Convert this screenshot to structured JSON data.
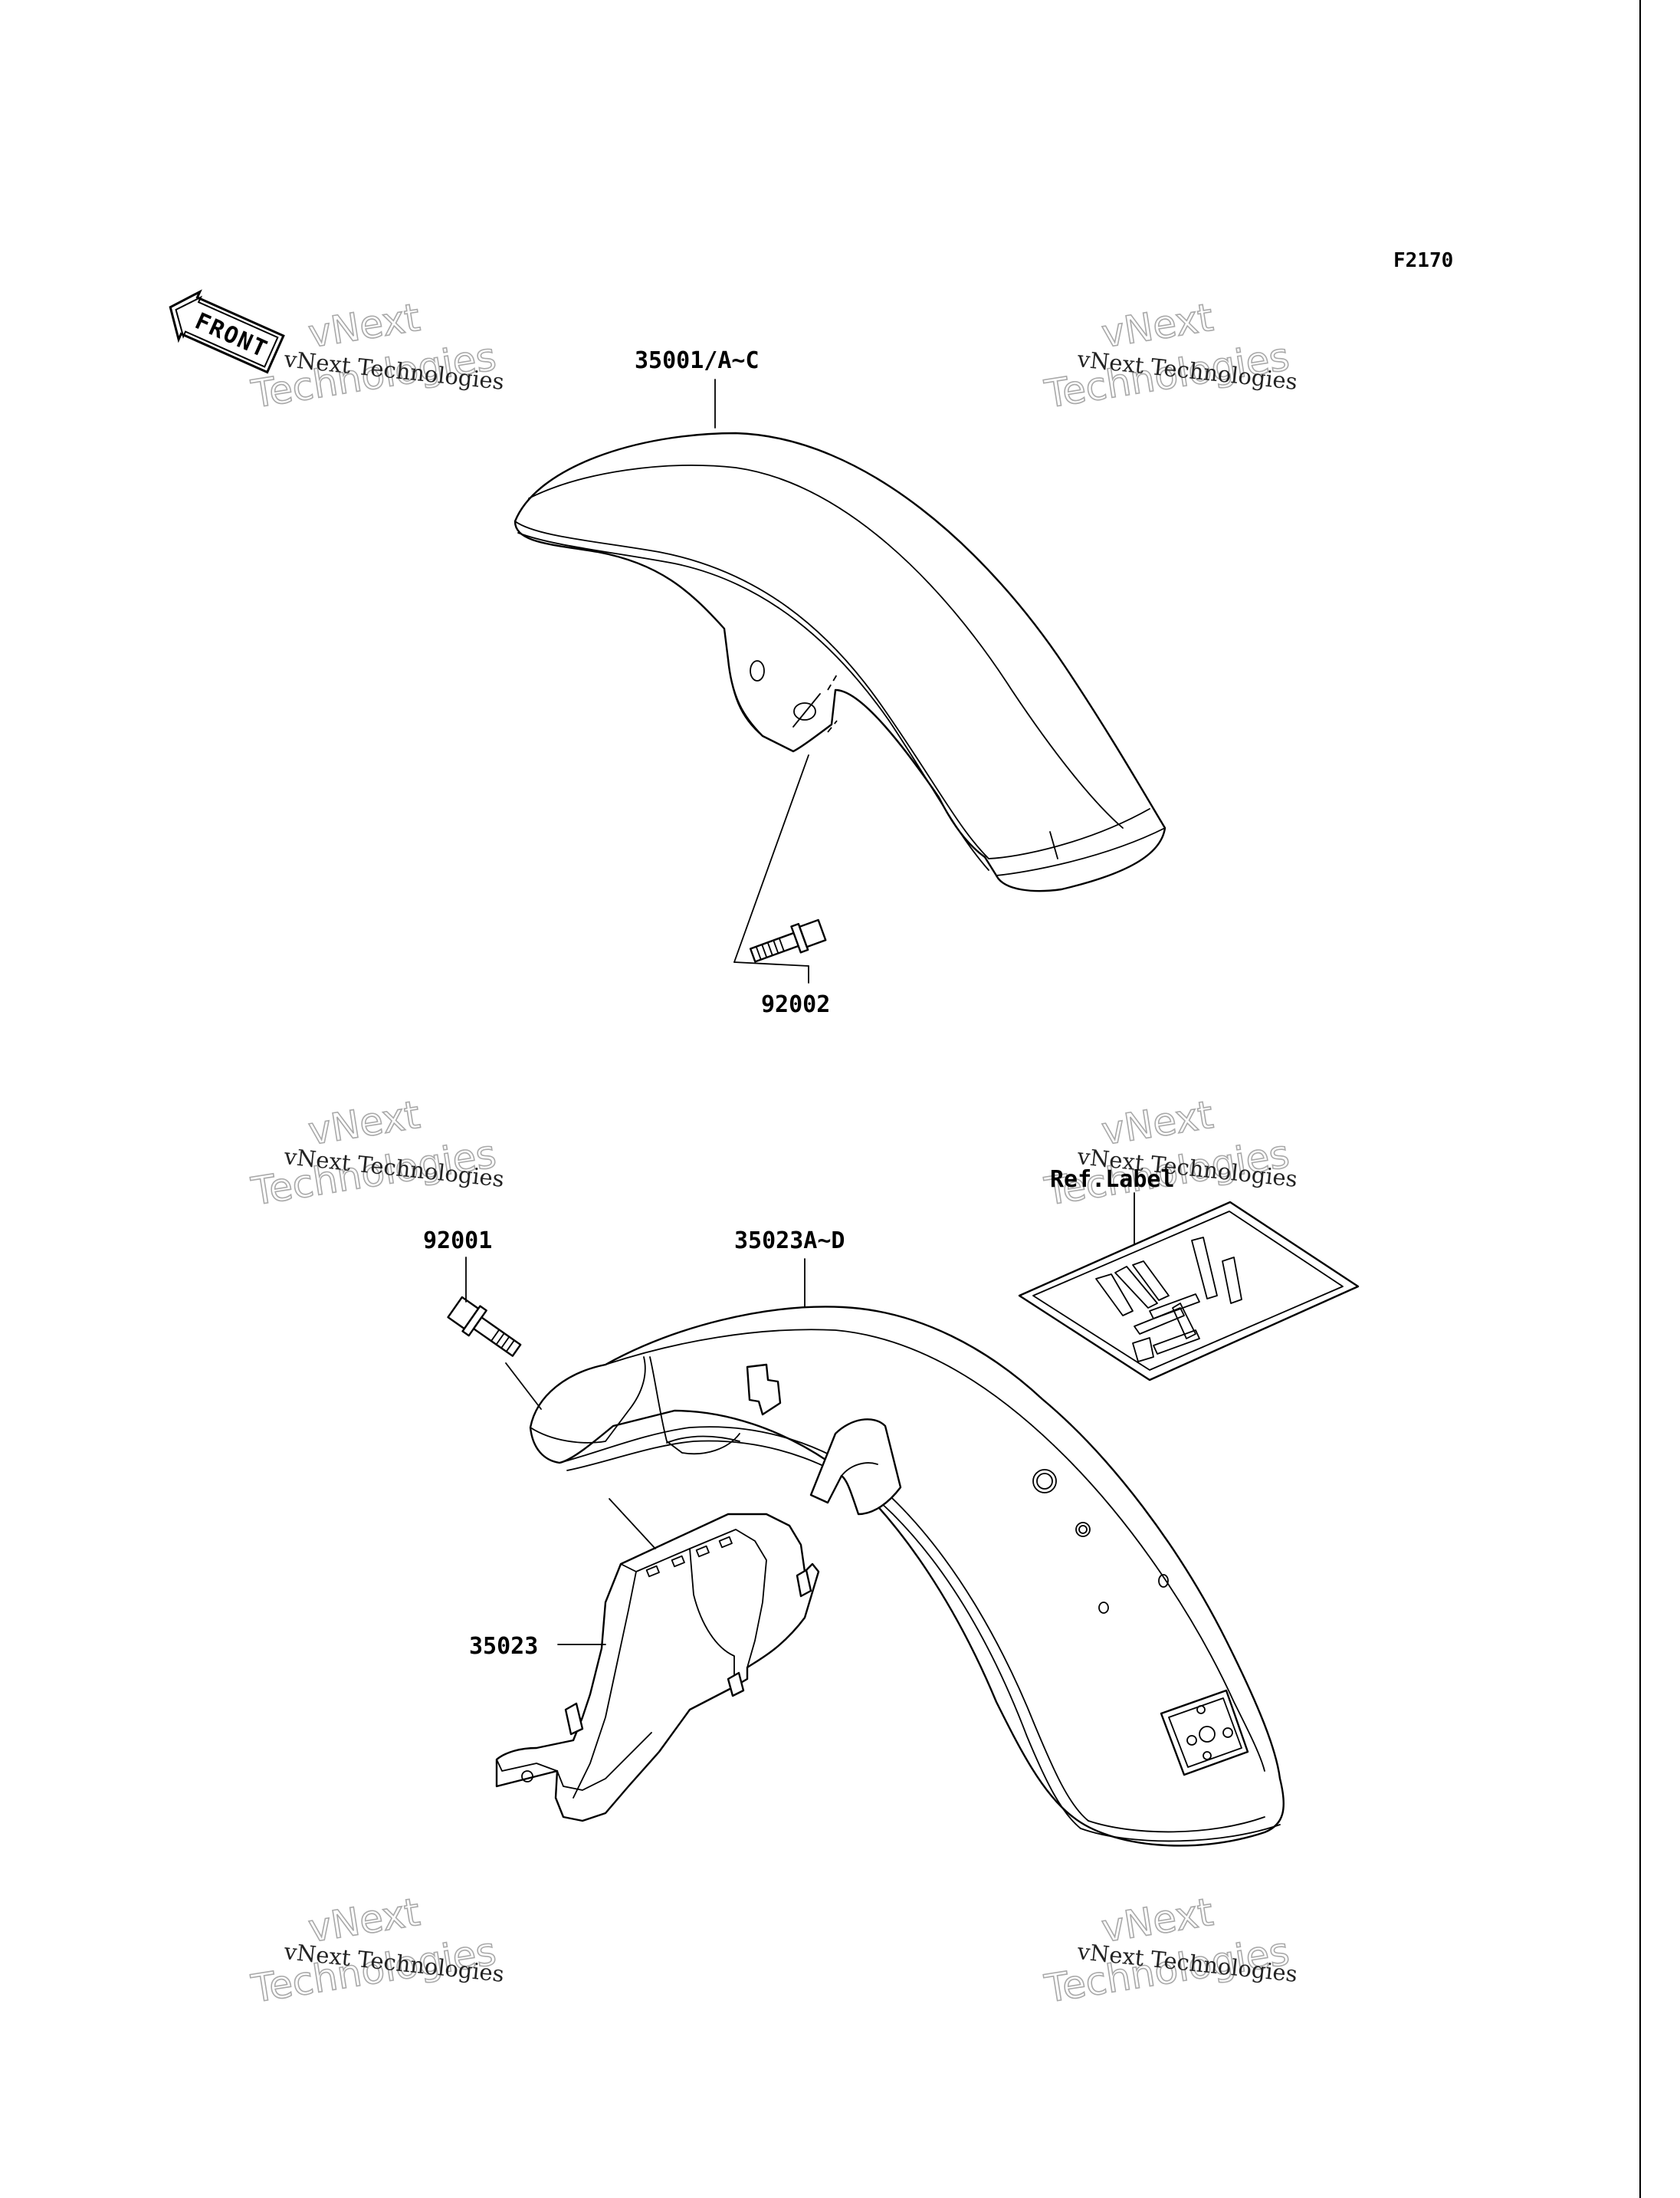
{
  "figure_code": "F2170",
  "direction_badge": {
    "text": "FRONT",
    "icon": "front-arrow-icon"
  },
  "parts": {
    "front_fender": "35001/A~C",
    "front_bolt": "92002",
    "rear_bolt": "92001",
    "rear_fender": "35023A~D",
    "rear_inner_flap": "35023",
    "ref_label": "Ref.Label"
  },
  "watermark": {
    "line": "vNext Technologies",
    "big_top": "vNext",
    "big_bottom": "Technologies"
  },
  "colors": {
    "line": "#000000",
    "background": "#ffffff",
    "watermark_outline": "#a9a9a9"
  }
}
